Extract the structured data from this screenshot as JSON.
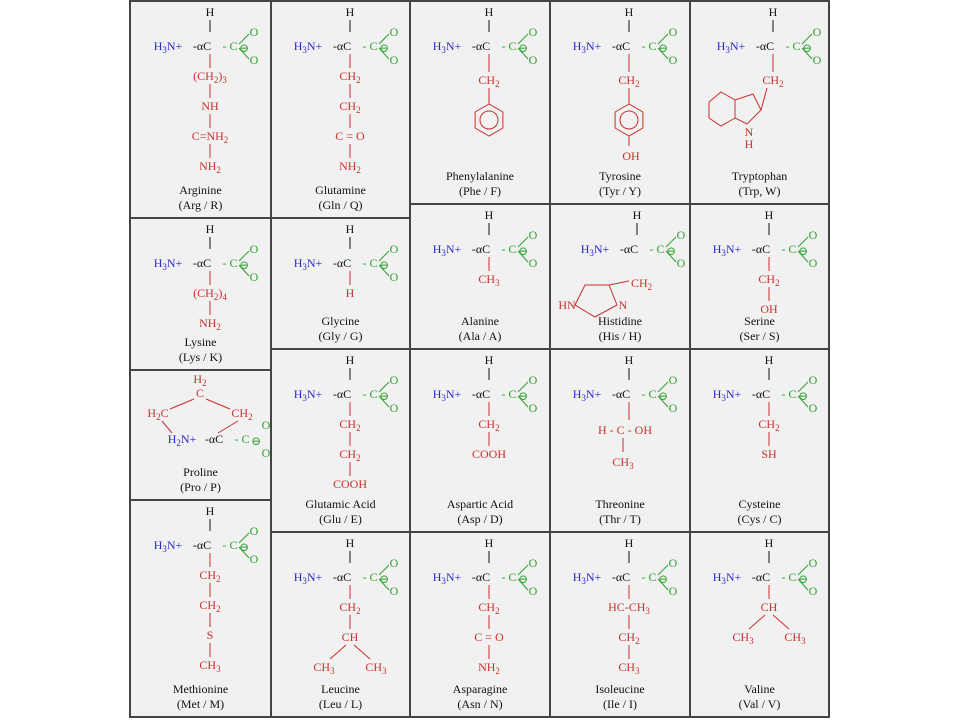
{
  "labels": {
    "h": "H",
    "amine": "H3N+",
    "alpha_c": "-αC",
    "carboxyl_c": "- C",
    "oxygen": "O",
    "minus": "⊖"
  },
  "amino_acids": [
    {
      "name": "Arginine",
      "code": "(Arg / R)",
      "side_chain": [
        "(CH2)3",
        "NH",
        "C=NH2",
        "NH2"
      ]
    },
    {
      "name": "Glutamine",
      "code": "(Gln / Q)",
      "side_chain": [
        "CH2",
        "CH2",
        "C = O",
        "NH2"
      ]
    },
    {
      "name": "Phenylalanine",
      "code": "(Phe / F)",
      "side_chain": [
        "CH2"
      ]
    },
    {
      "name": "Tyrosine",
      "code": "(Tyr / Y)",
      "side_chain": [
        "CH2",
        "OH"
      ]
    },
    {
      "name": "Tryptophan",
      "code": "(Trp, W)",
      "side_chain": [
        "CH2",
        "N",
        "H"
      ]
    },
    {
      "name": "Lysine",
      "code": "(Lys / K)",
      "side_chain": [
        "(CH2)4",
        "NH2"
      ]
    },
    {
      "name": "Glycine",
      "code": "(Gly / G)",
      "side_chain": [
        "H"
      ]
    },
    {
      "name": "Alanine",
      "code": "(Ala / A)",
      "side_chain": [
        "CH3"
      ]
    },
    {
      "name": "Histidine",
      "code": "(His / H)",
      "side_chain": [
        "CH2",
        "HN",
        "N"
      ]
    },
    {
      "name": "Serine",
      "code": "(Ser / S)",
      "side_chain": [
        "CH2",
        "OH"
      ]
    },
    {
      "name": "Proline",
      "code": "(Pro / P)",
      "side_chain": [
        "H2",
        "C",
        "H2C",
        "CH2",
        "H2N+"
      ]
    },
    {
      "name": "Glutamic Acid",
      "code": "(Glu / E)",
      "side_chain": [
        "CH2",
        "CH2",
        "COOH"
      ]
    },
    {
      "name": "Aspartic Acid",
      "code": "(Asp / D)",
      "side_chain": [
        "CH2",
        "COOH"
      ]
    },
    {
      "name": "Threonine",
      "code": "(Thr / T)",
      "side_chain": [
        "H - C - OH",
        "CH3"
      ]
    },
    {
      "name": "Cysteine",
      "code": "(Cys / C)",
      "side_chain": [
        "CH2",
        "SH"
      ]
    },
    {
      "name": "Methionine",
      "code": "(Met / M)",
      "side_chain": [
        "CH2",
        "CH2",
        "S",
        "CH3"
      ]
    },
    {
      "name": "Leucine",
      "code": "(Leu / L)",
      "side_chain": [
        "CH2",
        "CH",
        "CH3",
        "CH3"
      ]
    },
    {
      "name": "Asparagine",
      "code": "(Asn / N)",
      "side_chain": [
        "CH2",
        "C = O",
        "NH2"
      ]
    },
    {
      "name": "Isoleucine",
      "code": "(Ile / I)",
      "side_chain": [
        "HC-CH3",
        "CH2",
        "CH3"
      ]
    },
    {
      "name": "Valine",
      "code": "(Val / V)",
      "side_chain": [
        "CH",
        "CH3",
        "CH3"
      ]
    }
  ],
  "colors": {
    "amine": "#2a2ac9",
    "carboxyl": "#2ea02e",
    "side_chain": "#c8302d",
    "background": "#f1f1f1"
  }
}
